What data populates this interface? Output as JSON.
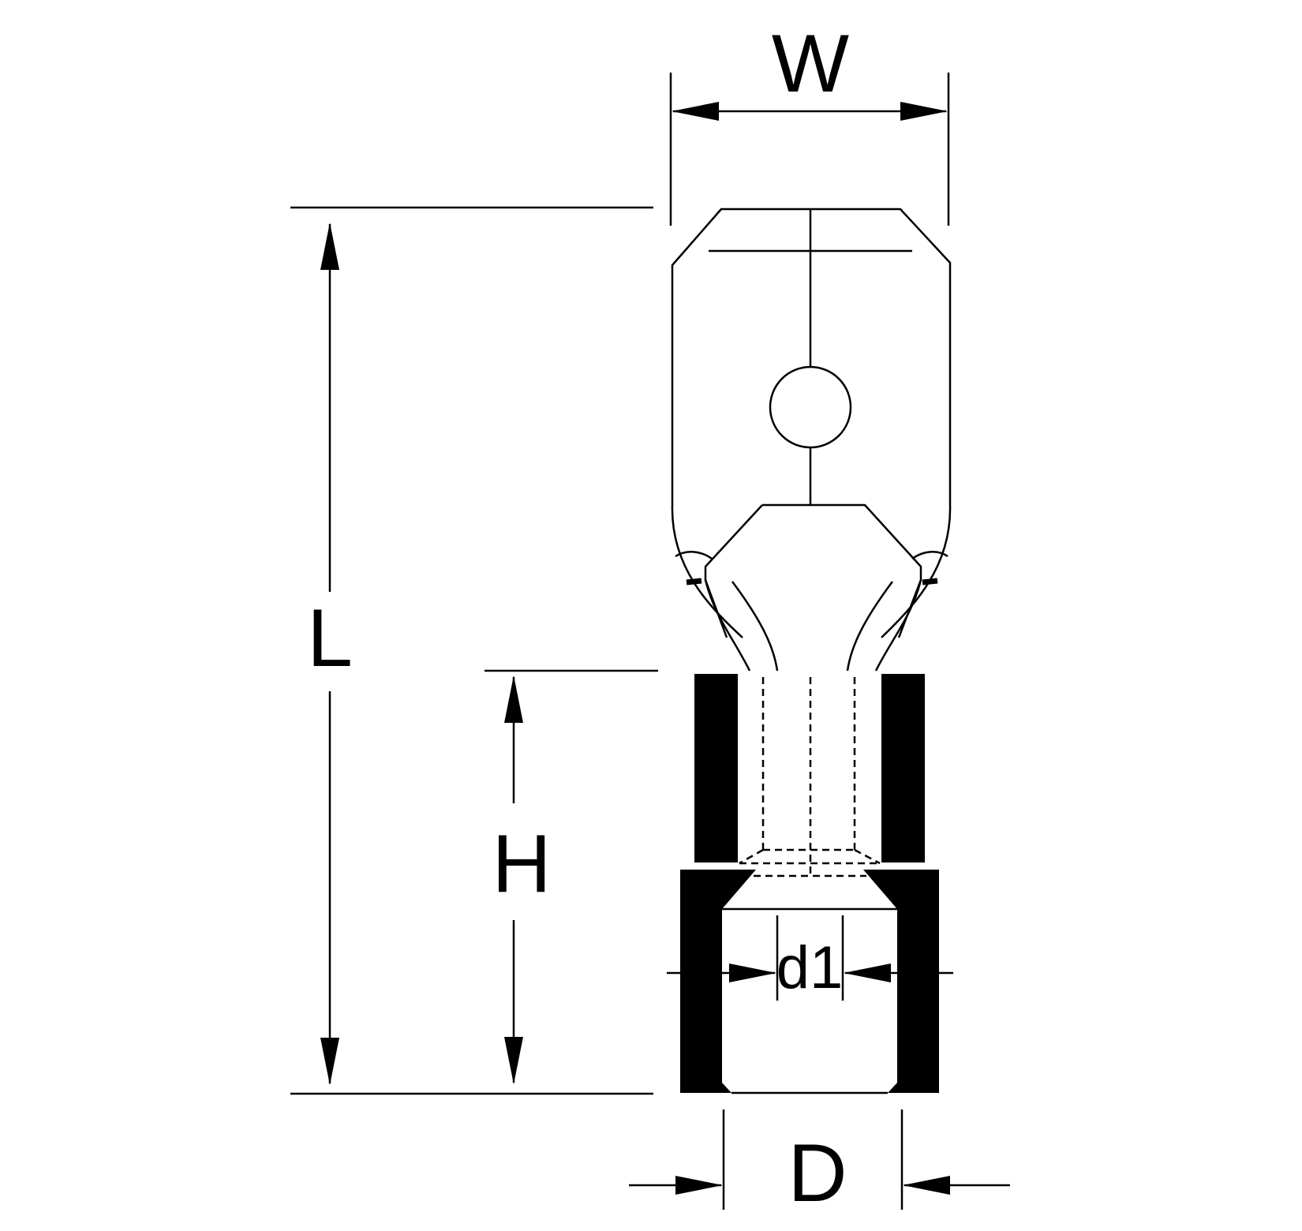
{
  "diagram": {
    "labels": {
      "width": "W",
      "length": "L",
      "height": "H",
      "inner_diameter": "d1",
      "outer_diameter": "D"
    },
    "colors": {
      "line": "#000000",
      "insulation": "#000000",
      "background": "#ffffff"
    }
  }
}
